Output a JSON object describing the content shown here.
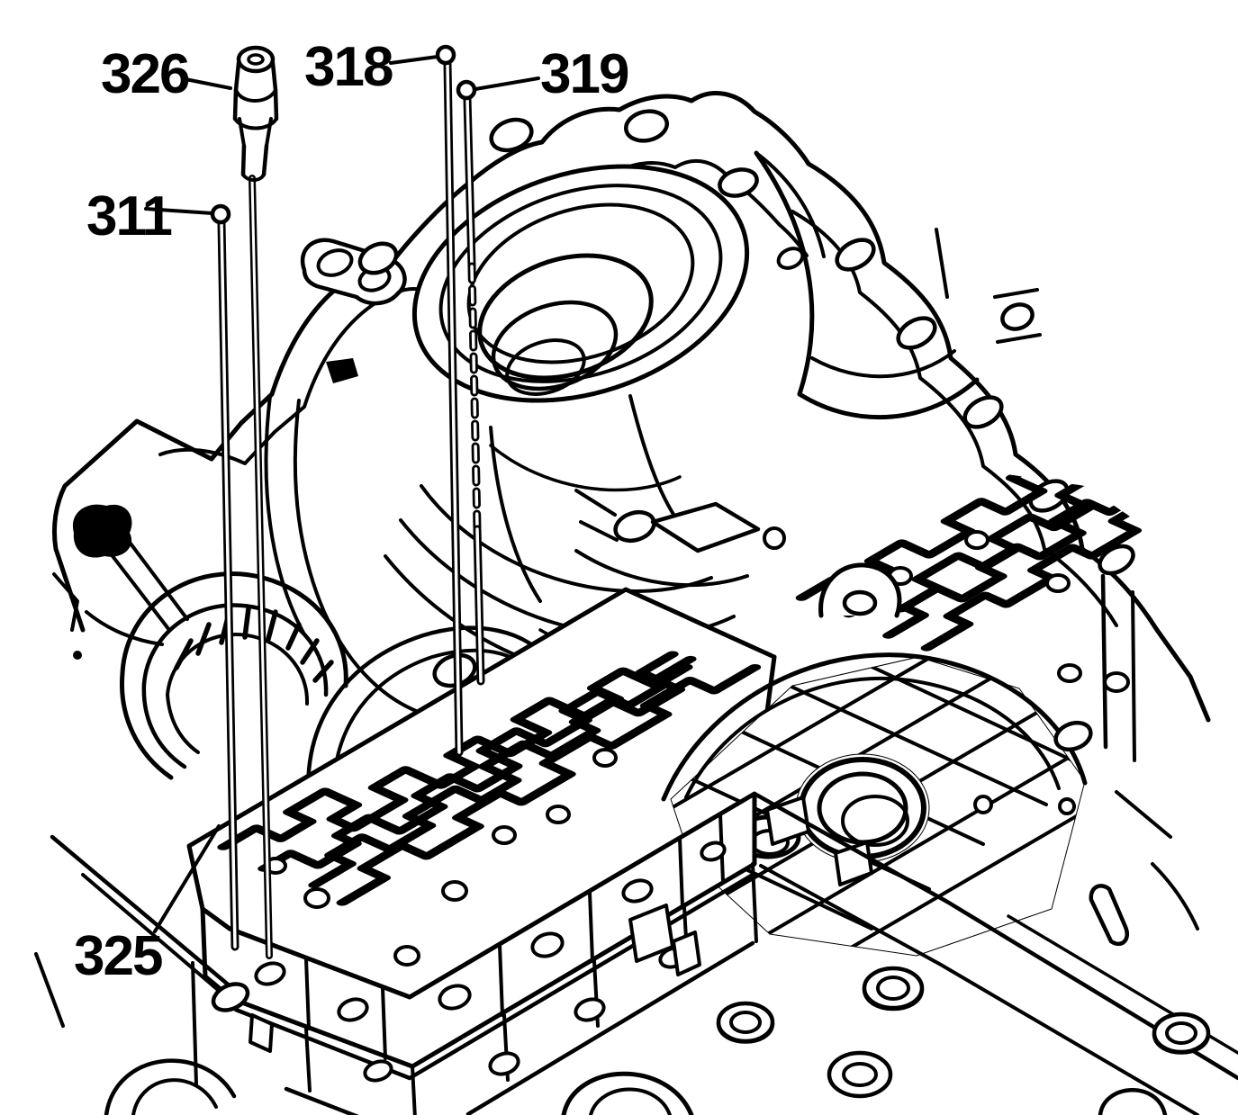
{
  "figure": {
    "style": "black-and-white service-manual line illustration",
    "subject": "transmission case with control valve body, spacer plate and alignment pins",
    "background_color": "#ffffff",
    "line_color": "#000000"
  },
  "callouts": [
    {
      "label": "326",
      "points_to": "vent-fitting-on-long-rod",
      "leader_terminator": "none"
    },
    {
      "label": "318",
      "points_to": "long-alignment-pin-center",
      "leader_terminator": "circle"
    },
    {
      "label": "319",
      "points_to": "long-alignment-pin-right",
      "leader_terminator": "circle"
    },
    {
      "label": "311",
      "points_to": "long-alignment-pin-left",
      "leader_terminator": "circle"
    },
    {
      "label": "325",
      "points_to": "valve-body-spacer-plate-corner",
      "leader_terminator": "none"
    }
  ]
}
